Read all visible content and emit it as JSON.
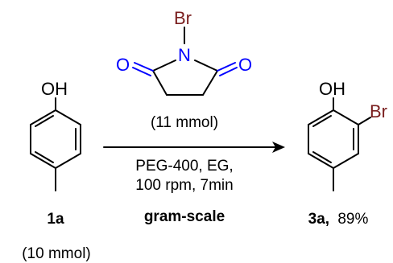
{
  "colors": {
    "bond": "#000000",
    "oxygen_nbs": "#0000ff",
    "nitrogen": "#0000ff",
    "bromine": "#7a1f1f",
    "text": "#000000"
  },
  "reagent": {
    "br_label": "Br",
    "n_label": "N",
    "o_left_label": "O",
    "o_right_label": "O",
    "amount": "(11 mmol)"
  },
  "starting_material": {
    "oh_label": "OH",
    "compound_id": "1a",
    "amount": "(10 mmol)"
  },
  "conditions": {
    "line1": "PEG-400, EG,",
    "line2": "100 rpm, 7min",
    "line3": "gram-scale"
  },
  "product": {
    "oh_label": "OH",
    "br_label": "Br",
    "compound_id": "3a,",
    "yield": "89%"
  }
}
